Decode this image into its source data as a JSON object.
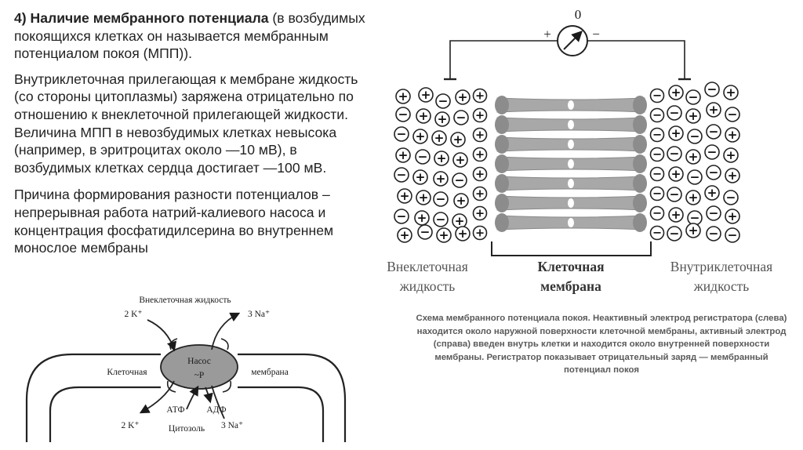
{
  "text": {
    "p1_bold": "4) Наличие мембранного потенциала",
    "p1_rest": " (в возбудимых покоящихся клетках он называется мембранным потенциалом покоя (МПП)).",
    "p2": "Внутриклеточная прилегающая к мембране жидкость (со стороны цитоплазмы) заряжена отрицательно по отношению к внеклеточной прилегающей жидкости. Величина МПП в невозбудимых клетках невысока (например, в эритроцитах около —10 мВ), в возбудимых клетках сердца достигает —100 мВ.",
    "p3": "Причина формирования разности потенциалов – непрерывная работа натрий-калиевого насоса и концентрация фосфатидилсерина во внутреннем монослое мембраны"
  },
  "pump": {
    "extracellular": "Внеклеточная жидкость",
    "k_in_top": "2 K⁺",
    "na_out_top": "3 Na⁺",
    "membrane_left": "Клеточная",
    "membrane_right": "мембрана",
    "pump_label": "Насос",
    "phosphate": "~P",
    "atp": "АТФ",
    "adp": "АДФ",
    "k_bottom": "2 K⁺",
    "cytosol": "Цитозоль",
    "na_bottom": "3 Na⁺"
  },
  "potential": {
    "meter_zero": "0",
    "meter_plus": "+",
    "meter_minus": "−",
    "left_label_1": "Внеклеточная",
    "left_label_2": "жидкость",
    "center_label_1": "Клеточная",
    "center_label_2": "мембрана",
    "right_label_1": "Внутриклеточная",
    "right_label_2": "жидкость",
    "plus_symbol": "+",
    "minus_symbol": "−"
  },
  "caption": "Схема мембранного потенциала покоя. Неактивный электрод регистратора (слева) находится около наружной поверхности клеточной мембраны, активный электрод (справа) введен внутрь клетки и находится около внутренней поверхности мембраны. Регистратор показывает отрицательный заряд — мембранный потенциал покоя"
}
